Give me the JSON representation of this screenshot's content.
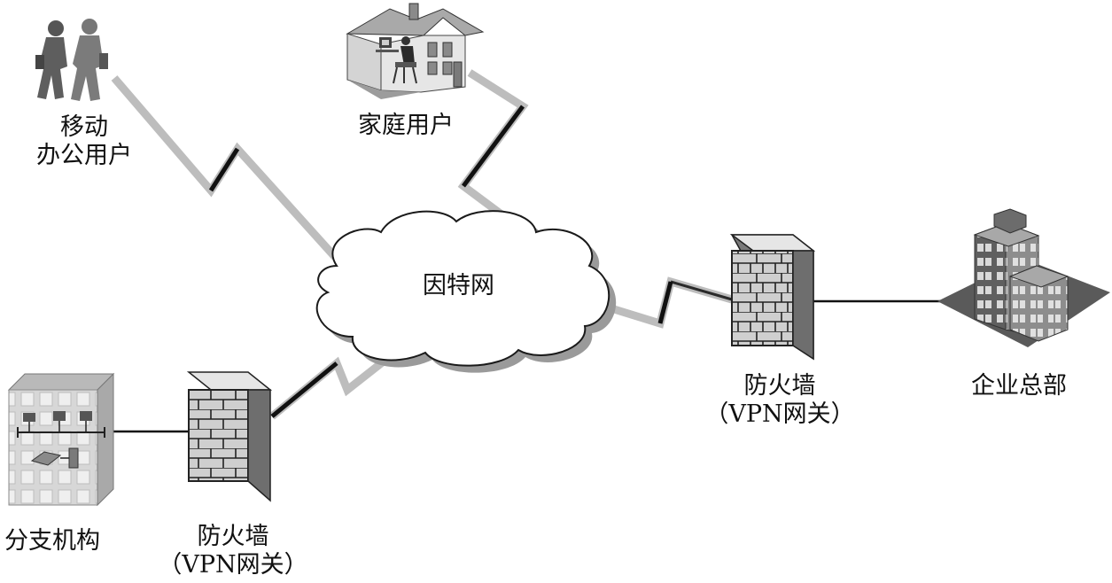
{
  "nodes": {
    "mobile_users": {
      "line1": "移动",
      "line2": "办公用户"
    },
    "home_user": {
      "label": "家庭用户"
    },
    "internet": {
      "label": "因特网"
    },
    "firewall_hq": {
      "line1": "防火墙",
      "line2": "（VPN网关）"
    },
    "headquarters": {
      "label": "企业总部"
    },
    "branch": {
      "label": "分支机构"
    },
    "firewall_branch": {
      "line1": "防火墙",
      "line2": "（VPN网关）"
    }
  },
  "colors": {
    "link_light": "#bdbdbd",
    "link_dark": "#111111",
    "cloud_fill": "#ffffff",
    "cloud_stroke": "#1a1a1a",
    "cloud_shadow": "#9a9a9a",
    "firewall_front": "#cfcfcf",
    "firewall_side": "#7a7a7a",
    "firewall_top": "#e6e6e6",
    "building_dark": "#5a5a5a",
    "building_mid": "#8a8a8a",
    "building_light": "#c4c4c4"
  }
}
